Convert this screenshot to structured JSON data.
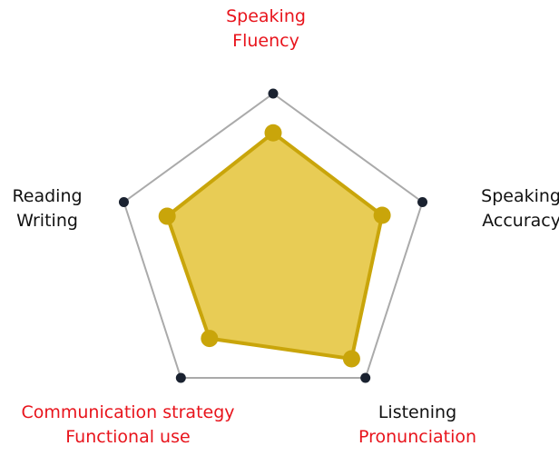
{
  "chart_data": {
    "type": "radar",
    "scale_max": 1.0,
    "axes": [
      {
        "key": "speaking_fluency",
        "lines": [
          {
            "text": "Speaking",
            "color": "#e8141c"
          },
          {
            "text": "Fluency",
            "color": "#e8141c"
          }
        ]
      },
      {
        "key": "speaking_accuracy",
        "lines": [
          {
            "text": "Speaking",
            "color": "#111111"
          },
          {
            "text": "Accuracy",
            "color": "#111111"
          }
        ]
      },
      {
        "key": "listening_pronunciation",
        "lines": [
          {
            "text": "Listening",
            "color": "#111111"
          },
          {
            "text": "Pronunciation",
            "color": "#e8141c"
          }
        ]
      },
      {
        "key": "communication_functional",
        "lines": [
          {
            "text": "Communication strategy",
            "color": "#e8141c"
          },
          {
            "text": "Functional use",
            "color": "#e8141c"
          }
        ]
      },
      {
        "key": "reading_writing",
        "lines": [
          {
            "text": "Reading",
            "color": "#111111"
          },
          {
            "text": "Writing",
            "color": "#111111"
          }
        ]
      }
    ],
    "series": [
      {
        "values": [
          0.75,
          0.73,
          0.85,
          0.69,
          0.71
        ]
      }
    ],
    "colors": {
      "fill": "#e8cc55",
      "stroke": "#c9a50a",
      "outline": "#aaaaaa",
      "vertex": "#1a2230"
    }
  }
}
